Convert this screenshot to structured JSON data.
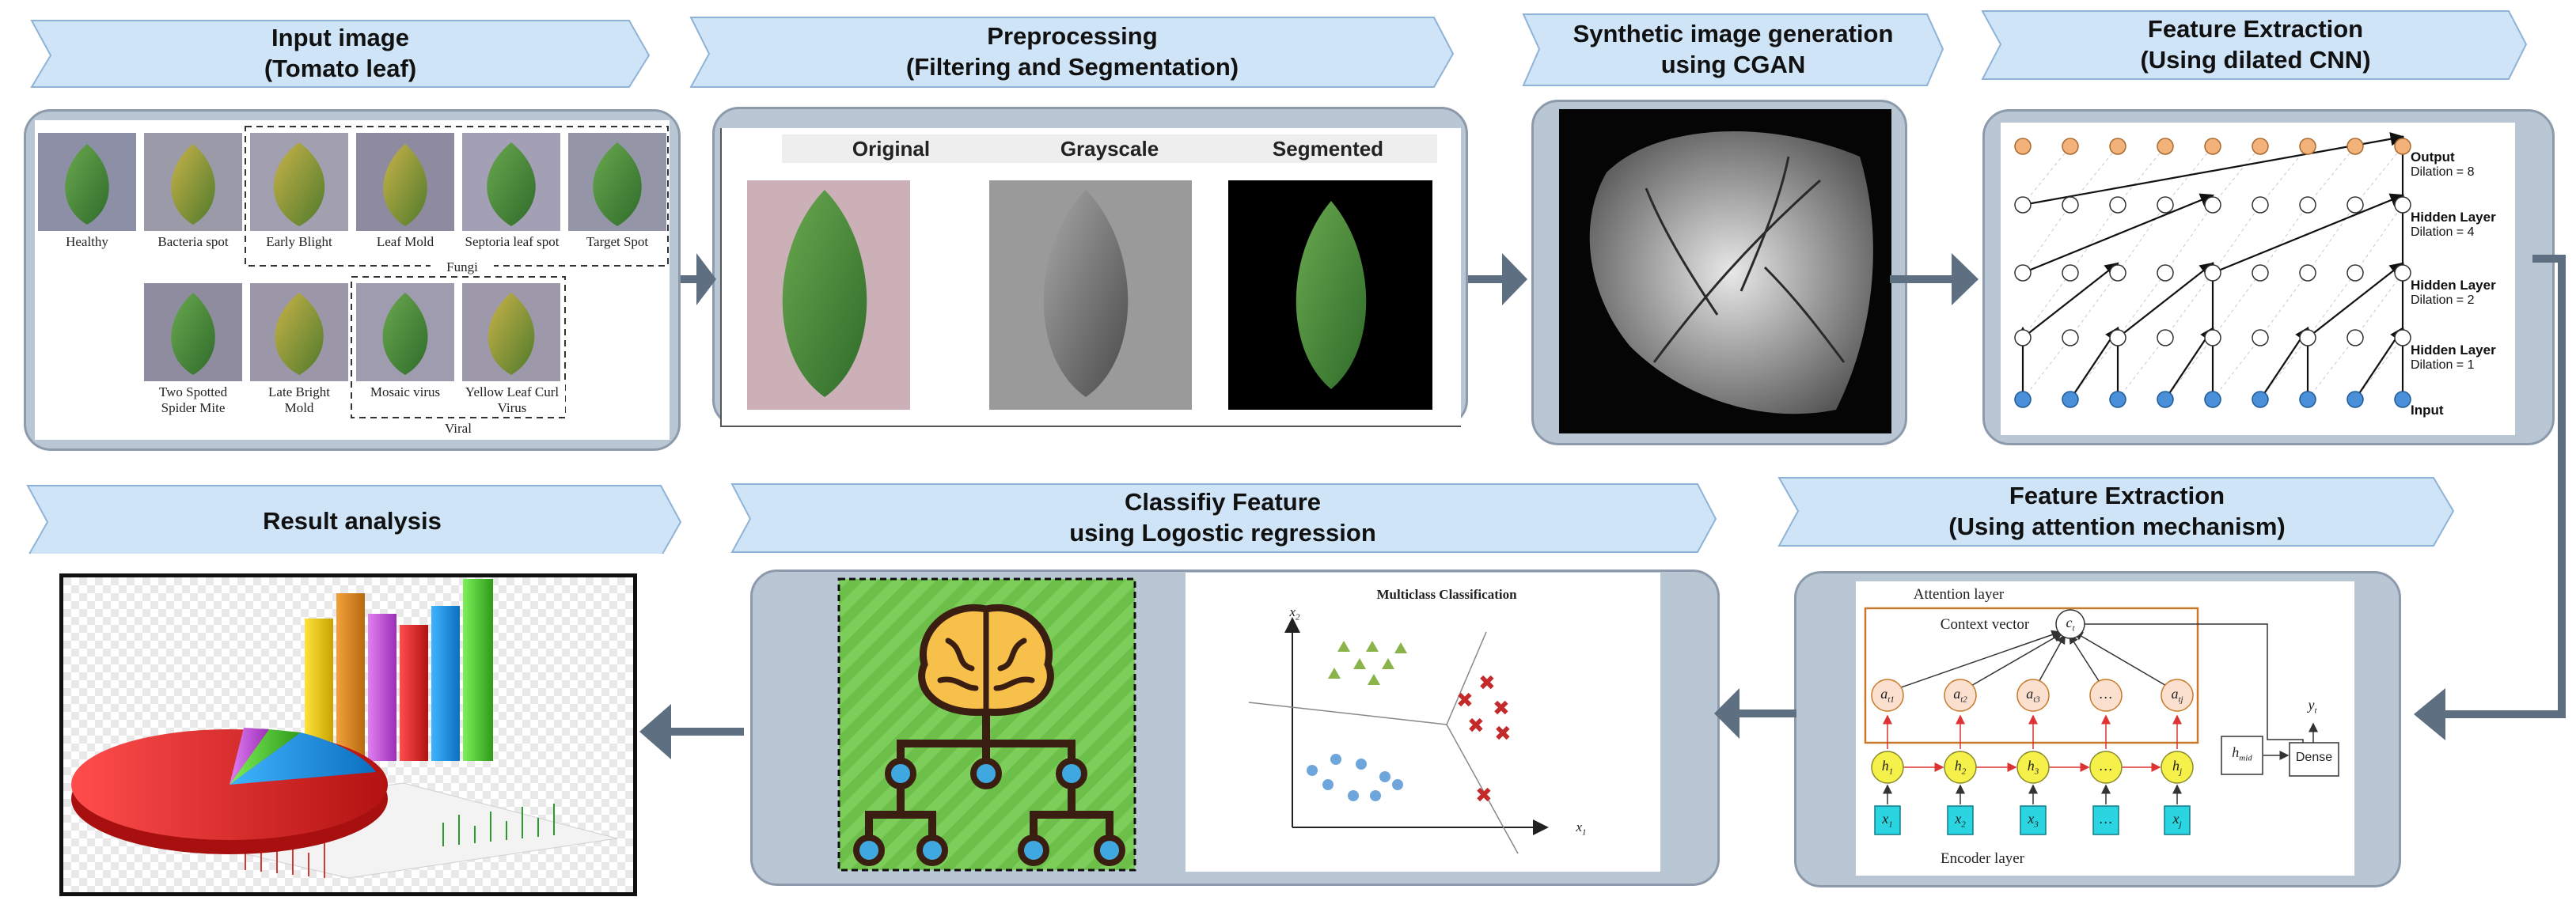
{
  "stages": {
    "input": {
      "title": "Input image",
      "subtitle": "(Tomato leaf)"
    },
    "preprocessing": {
      "title": "Preprocessing",
      "subtitle": "(Filtering and Segmentation)"
    },
    "synthetic": {
      "title": "Synthetic image generation",
      "subtitle": "using CGAN"
    },
    "dilated": {
      "title": "Feature Extraction",
      "subtitle": "(Using dilated CNN)"
    },
    "attention": {
      "title": "Feature Extraction",
      "subtitle": "(Using attention mechanism)"
    },
    "classify": {
      "title": "Classifiy Feature",
      "subtitle": "using Logostic regression"
    },
    "result": {
      "title": "Result analysis"
    }
  },
  "input_panel": {
    "row1": [
      "Healthy",
      "Bacteria spot",
      "Early Blight",
      "Leaf Mold",
      "Septoria leaf spot",
      "Target Spot"
    ],
    "row2": [
      "Two Spotted\nSpider Mite",
      "Late Bright\nMold",
      "Mosaic virus",
      "Yellow Leaf Curl\nVirus"
    ],
    "fungi_label": "Fungi",
    "viral_label": "Viral"
  },
  "preprocess_panel": {
    "columns": [
      "Original",
      "Grayscale",
      "Segmented"
    ]
  },
  "dilated_panel": {
    "layers": [
      {
        "name": "Output",
        "dilation": "Dilation = 8"
      },
      {
        "name": "Hidden Layer",
        "dilation": "Dilation = 4"
      },
      {
        "name": "Hidden Layer",
        "dilation": "Dilation = 2"
      },
      {
        "name": "Hidden Layer",
        "dilation": "Dilation = 1"
      },
      {
        "name": "Input",
        "dilation": ""
      }
    ]
  },
  "attention_panel": {
    "attention_layer": "Attention layer",
    "context_vector": "Context vector",
    "encoder_layer": "Encoder layer",
    "context_symbol": "c",
    "context_sub": "t",
    "a_nodes": [
      [
        "a",
        "t1"
      ],
      [
        "a",
        "t2"
      ],
      [
        "a",
        "t3"
      ],
      [
        "…",
        ""
      ],
      [
        "a",
        "tj"
      ]
    ],
    "h_nodes": [
      [
        "h",
        "1"
      ],
      [
        "h",
        "2"
      ],
      [
        "h",
        "3"
      ],
      [
        "…",
        ""
      ],
      [
        "h",
        "j"
      ]
    ],
    "x_nodes": [
      [
        "x",
        "1"
      ],
      [
        "x",
        "2"
      ],
      [
        "x",
        "3"
      ],
      [
        "…",
        ""
      ],
      [
        "x",
        "j"
      ]
    ],
    "hmid": [
      "h",
      "mid"
    ],
    "dense": "Dense",
    "yt": [
      "y",
      "t"
    ]
  },
  "classify_panel": {
    "plot_title": "Multiclass Classification",
    "x_label": [
      "x",
      "1"
    ],
    "y_label": [
      "x",
      "2"
    ]
  },
  "colors": {
    "banner_fill": "#cfe4f7",
    "banner_stroke": "#8fb3d6",
    "panel_fill": "#b9c6d4",
    "arrow": "#5f6f82",
    "node_orange": "#f2b27a",
    "node_blue": "#4a90d9",
    "attn_yellow": "#f6f04a",
    "attn_peach": "#fbe0cf",
    "x_cyan": "#2ad4e0",
    "frame_orange": "#c77a2a"
  }
}
